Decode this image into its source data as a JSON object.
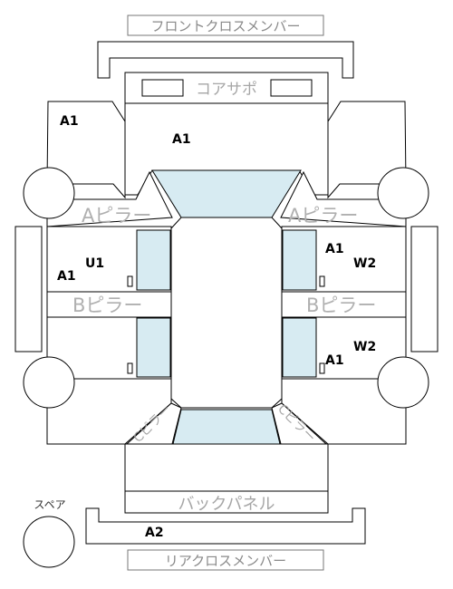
{
  "labels": {
    "front_cross_member": "フロントクロスメンバー",
    "core_support": "コアサポ",
    "a_pillar_left": "Aピラー",
    "a_pillar_right": "Aピラー",
    "b_pillar_left": "Bピラー",
    "b_pillar_right": "Bピラー",
    "c_pillar_left": "Cピラー",
    "c_pillar_right": "Cピラー",
    "back_panel": "バックパネル",
    "rear_cross_member": "リアクロスメンバー",
    "spare": "スペア"
  },
  "codes": {
    "front_fender_left": "A1",
    "hood": "A1",
    "front_door_left_a": "U1",
    "front_door_left_b": "A1",
    "front_door_right_a": "A1",
    "front_door_right_b": "W2",
    "rear_door_right_a": "W2",
    "rear_door_right_b": "A1",
    "rear_cross_member": "A2"
  },
  "colors": {
    "glass": "#d7ebf2",
    "outline": "#000000",
    "label_gray": "#a6a6a6"
  }
}
